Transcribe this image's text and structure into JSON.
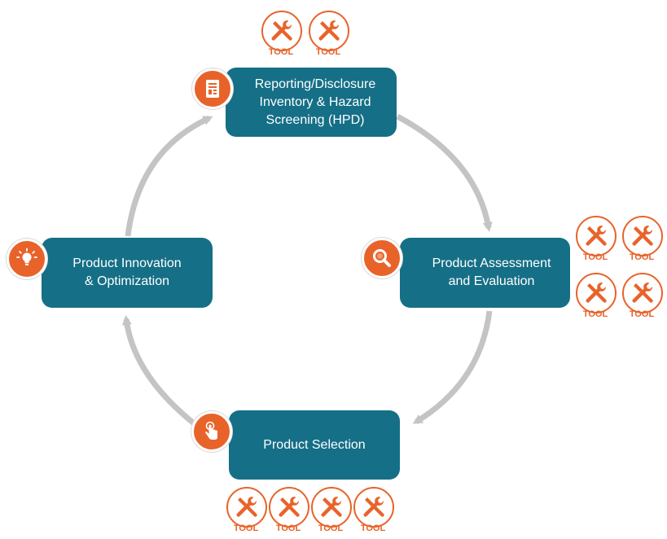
{
  "steps": {
    "reporting": {
      "label": "Reporting/Disclosure\nInventory & Hazard\nScreening (HPD)",
      "icon": "document-icon"
    },
    "assessment": {
      "label": "Product Assessment\nand Evaluation",
      "icon": "magnifier-icon"
    },
    "selection": {
      "label": "Product Selection",
      "icon": "touch-hand-icon"
    },
    "innovation": {
      "label": "Product Innovation\n& Optimization",
      "icon": "lightbulb-icon"
    }
  },
  "tools": {
    "label": "TOOL",
    "icon": "wrench-screwdriver-icon",
    "counts": {
      "reporting": 2,
      "assessment": 4,
      "selection": 4
    }
  },
  "colors": {
    "box": "#156f86",
    "accent": "#e8632a",
    "arrow": "#c4c4c4"
  }
}
